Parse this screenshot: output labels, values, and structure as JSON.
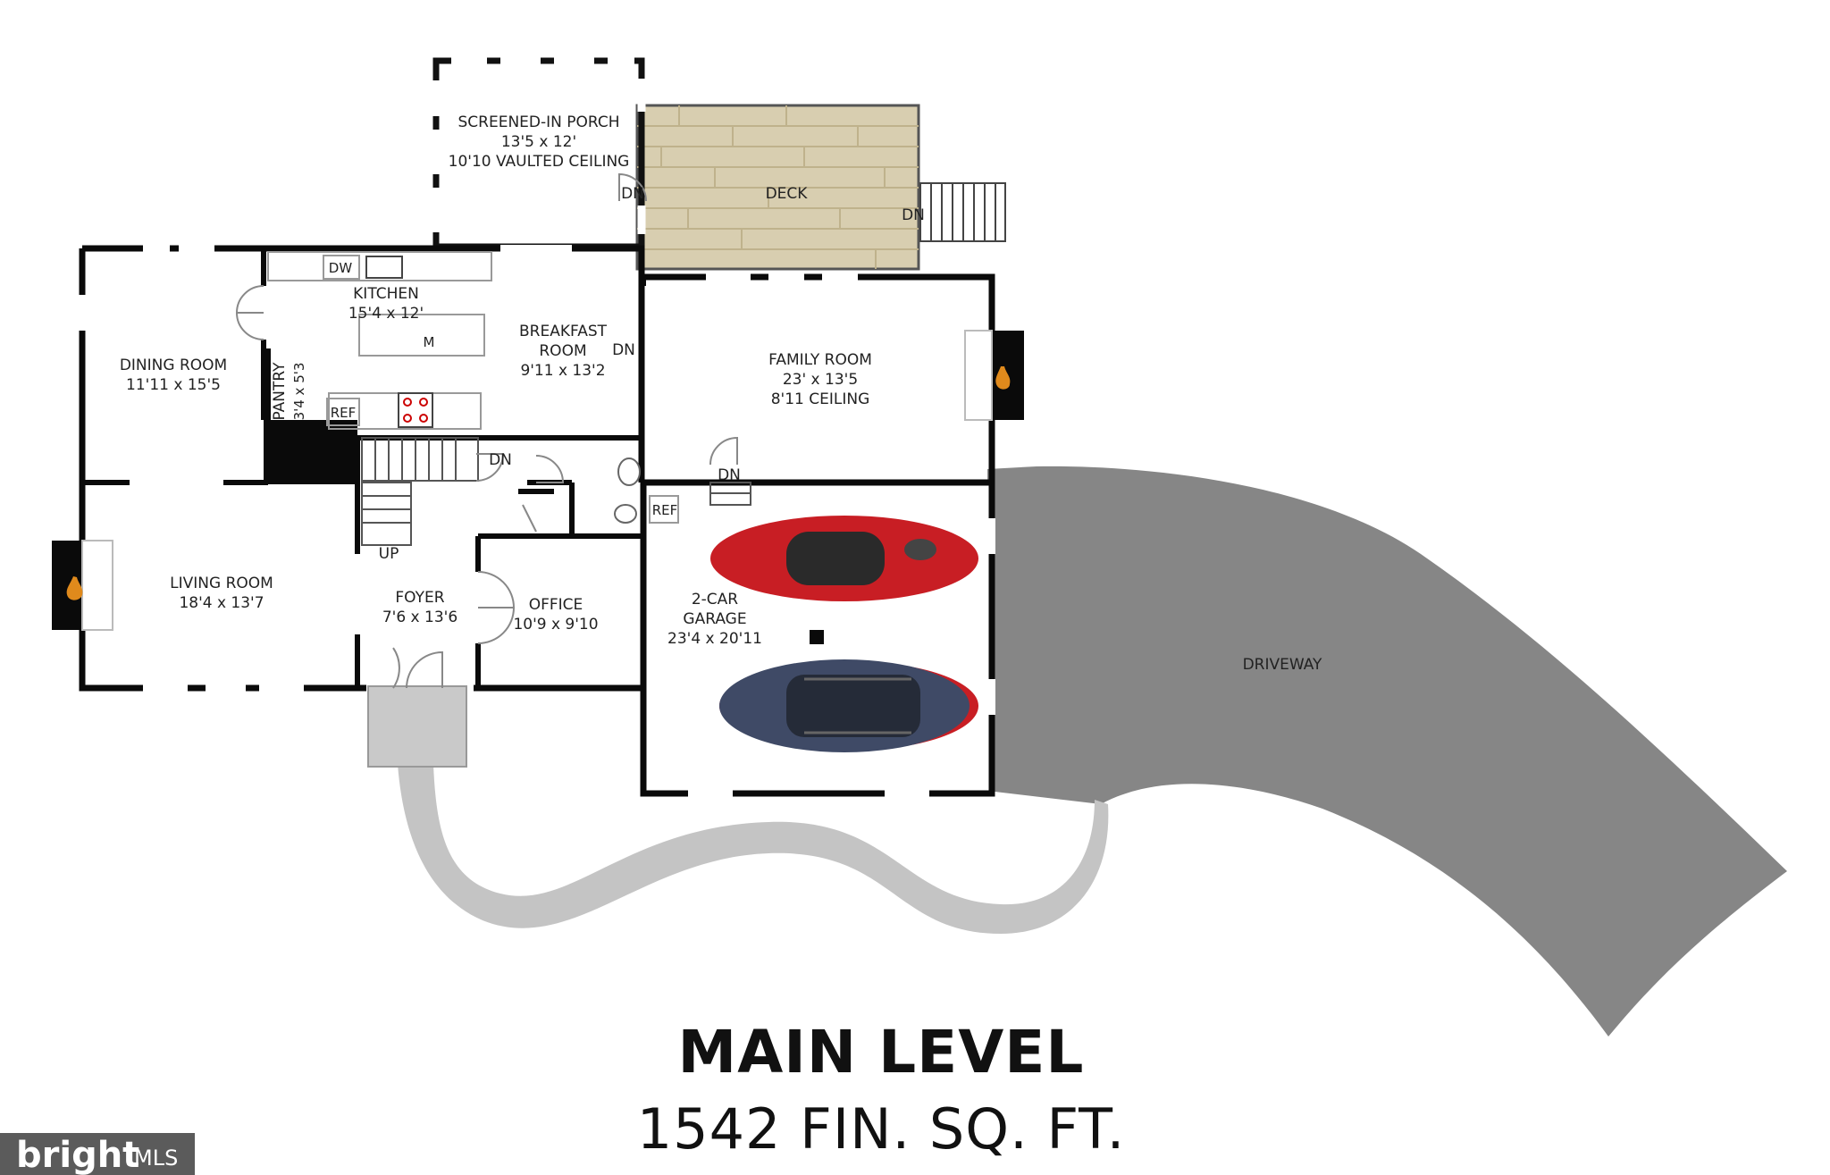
{
  "rooms": {
    "porch": {
      "name": "SCREENED-IN PORCH",
      "dims": "13'5 x 12'",
      "note": "10'10 VAULTED CEILING"
    },
    "deck": {
      "name": "DECK"
    },
    "kitchen": {
      "name": "KITCHEN",
      "dims": "15'4 x 12'"
    },
    "breakfast": {
      "name_line1": "BREAKFAST",
      "name_line2": "ROOM",
      "dims": "9'11 x 13'2"
    },
    "dining": {
      "name": "DINING ROOM",
      "dims": "11'11 x 15'5"
    },
    "pantry": {
      "name": "PANTRY",
      "dims": "3'4 x 5'3"
    },
    "family": {
      "name": "FAMILY ROOM",
      "dims": "23' x 13'5",
      "note": "8'11 CEILING"
    },
    "living": {
      "name": "LIVING ROOM",
      "dims": "18'4 x 13'7"
    },
    "foyer": {
      "name": "FOYER",
      "dims": "7'6 x 13'6"
    },
    "office": {
      "name": "OFFICE",
      "dims": "10'9 x 9'10"
    },
    "garage": {
      "name_line1": "2-CAR",
      "name_line2": "GARAGE",
      "dims": "23'4 x 20'11"
    },
    "driveway": {
      "name": "DRIVEWAY"
    }
  },
  "fixtures": {
    "dw": "DW",
    "ref": "REF",
    "micro": "M",
    "up": "UP",
    "dn": "DN"
  },
  "title": {
    "main": "MAIN LEVEL",
    "sub": "1542 FIN. SQ. FT."
  },
  "logo": {
    "word": "bright",
    "suffix": "MLS"
  },
  "colors": {
    "wall": "#0a0a0a",
    "deck": "#d8ceb0",
    "driveway": "#868686",
    "walkway": "#c4c4c4",
    "car_red": "#c81e24",
    "car_blue": "#3f4a66",
    "flame": "#e08a1c",
    "logo_bg": "#5b5b5b"
  }
}
